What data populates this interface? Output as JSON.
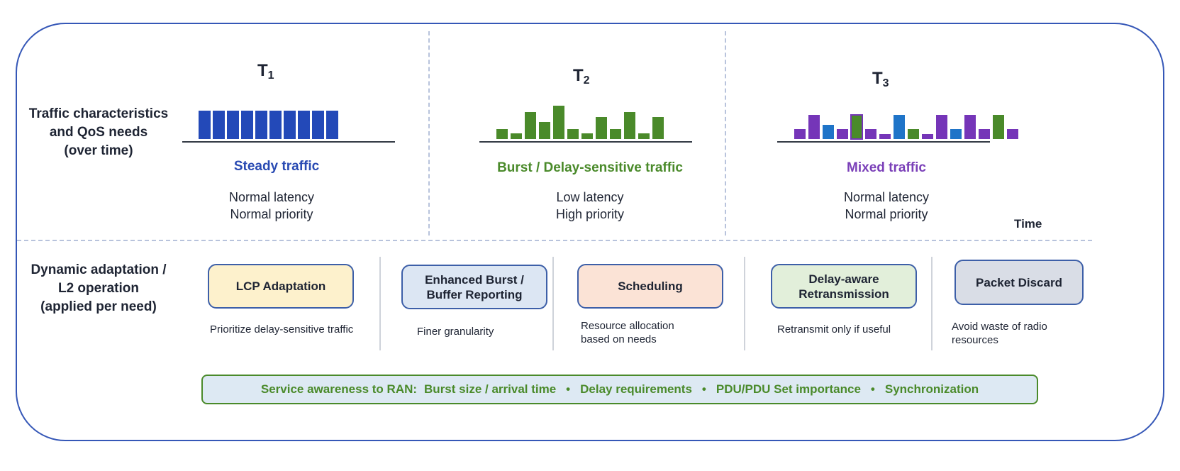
{
  "row_labels": {
    "top": "Traffic characteristics\nand QoS needs\n(over time)",
    "bottom": "Dynamic adaptation /\nL2 operation\n(applied per need)"
  },
  "periods": [
    {
      "t_label": "T",
      "t_sub": "1",
      "title": "Steady traffic",
      "desc": "Normal latency\nNormal priority",
      "title_color": "#2a4bb3"
    },
    {
      "t_label": "T",
      "t_sub": "2",
      "title": "Burst / Delay-sensitive traffic",
      "desc": "Low latency\nHigh priority",
      "title_color": "#4a8a2a"
    },
    {
      "t_label": "T",
      "t_sub": "3",
      "title": "Mixed traffic",
      "desc": "Normal latency\nNormal priority",
      "title_color": "#7a3fb8"
    }
  ],
  "time_label": "Time",
  "traffic_bars": [
    {
      "heights": [
        1,
        1,
        1,
        1,
        1,
        1,
        1,
        1,
        1,
        1
      ],
      "colors": [
        "blue",
        "blue",
        "blue",
        "blue",
        "blue",
        "blue",
        "blue",
        "blue",
        "blue",
        "blue"
      ]
    },
    {
      "heights": [
        0.3,
        0.17,
        0.8,
        0.5,
        1,
        0.3,
        0.17,
        0.65,
        0.3,
        0.8,
        0.17,
        0.65
      ],
      "colors": [
        "green",
        "green",
        "green",
        "green",
        "green",
        "green",
        "green",
        "green",
        "green",
        "green",
        "green",
        "green"
      ]
    },
    {
      "heights": [
        0.4,
        1,
        0.6,
        0.4,
        1,
        0.4,
        0.2,
        1,
        0.4,
        0.2,
        1,
        0.4,
        1,
        0.4,
        1,
        0.4
      ],
      "colors": [
        "purple",
        "purple",
        "teal",
        "purple",
        "greenbox",
        "purple",
        "purple",
        "teal",
        "green",
        "purple",
        "purple",
        "teal",
        "purple",
        "purple",
        "green",
        "purple"
      ]
    }
  ],
  "colors": {
    "blue": "#2349b8",
    "green": "#4a8a2a",
    "purple": "#7535b8",
    "teal": "#1f74c8",
    "greenbox": "#5a7d3a",
    "frame": "#3557b7"
  },
  "mechanisms": [
    {
      "label": "LCP Adaptation",
      "note": "Prioritize delay-sensitive traffic",
      "fill": "#fdf1cc"
    },
    {
      "label": "Enhanced Burst /\nBuffer Reporting",
      "note": "Finer granularity",
      "fill": "#dce6f3"
    },
    {
      "label": "Scheduling",
      "note": "Resource allocation\nbased on needs",
      "fill": "#fbe3d6"
    },
    {
      "label": "Delay-aware\nRetransmission",
      "note": "Retransmit only if useful",
      "fill": "#e2efda"
    },
    {
      "label": "Packet Discard",
      "note": "Avoid waste of radio\nresources",
      "fill": "#d9dde6"
    }
  ],
  "banner": {
    "lead": "Service awareness to RAN:",
    "items": [
      "Burst size / arrival time",
      "Delay requirements",
      "PDU/PDU Set importance",
      "Synchronization"
    ],
    "separator": "•"
  }
}
